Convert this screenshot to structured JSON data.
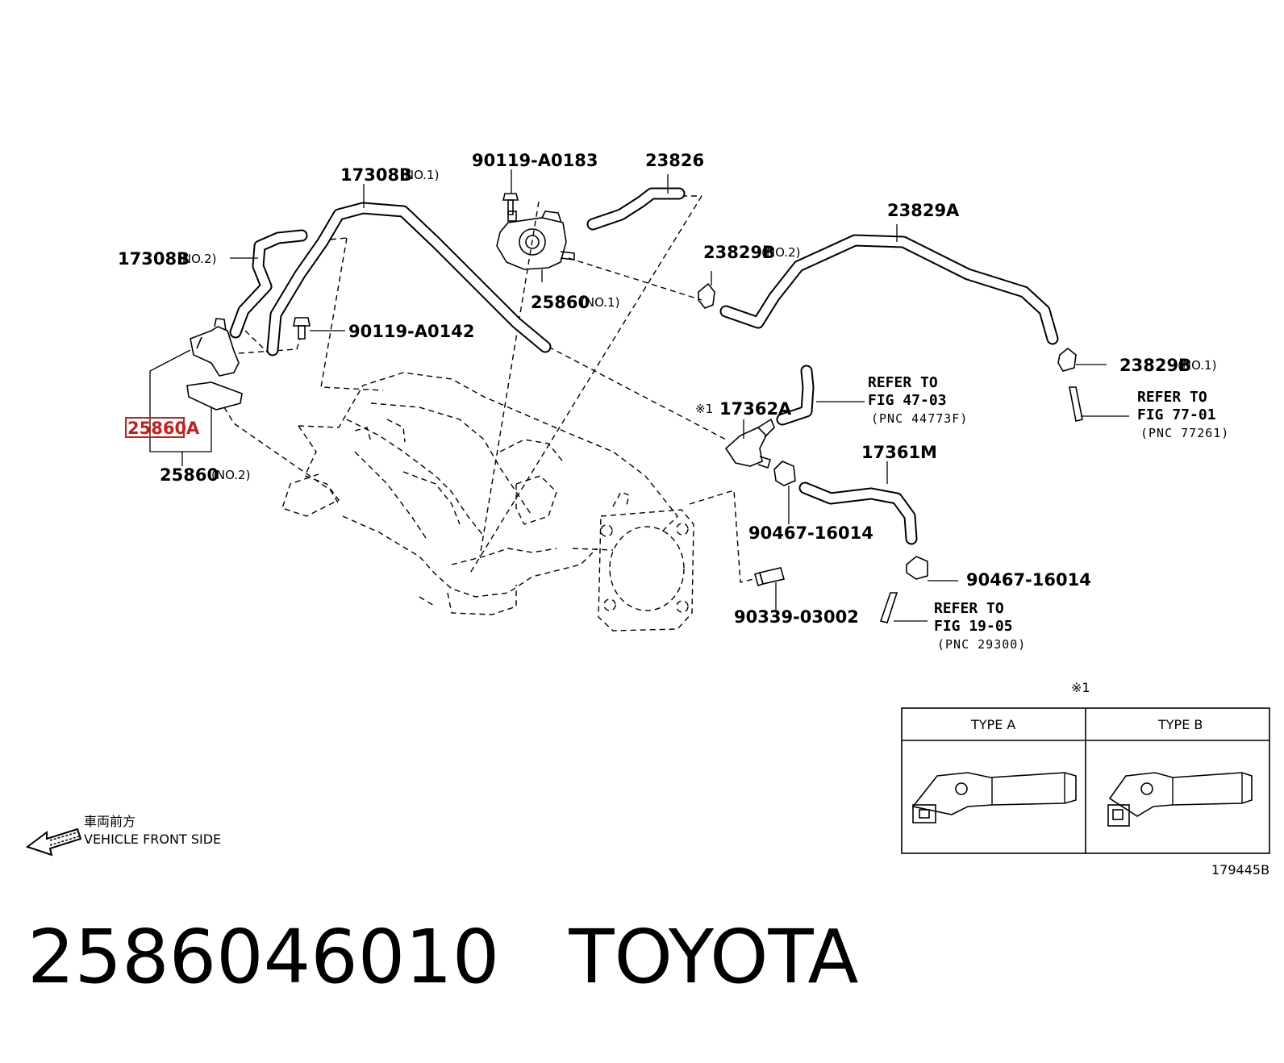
{
  "labels": {
    "p17308b_no1": "17308B",
    "p17308b_no1_sub": "(NO.1)",
    "p17308b_no2": "17308B",
    "p17308b_no2_sub": "(NO.2)",
    "p90119_a0183": "90119-A0183",
    "p23826": "23826",
    "p23829a": "23829A",
    "p23829b_no2": "23829B",
    "p23829b_no2_sub": "(NO.2)",
    "p90119_a0142": "90119-A0142",
    "p25860_no1": "25860",
    "p25860_no1_sub": "(NO.1)",
    "p23829b_no1": "23829B",
    "p23829b_no1_sub": "(NO.1)",
    "p25860a": "25860A",
    "p25860_no2": "25860",
    "p25860_no2_sub": "(NO.2)",
    "mark17362a": "※1",
    "p17362a": "17362A",
    "p17361m": "17361M",
    "p90467_16014_a": "90467-16014",
    "p90467_16014_b": "90467-16014",
    "p90339_03002": "90339-03002"
  },
  "refs": [
    {
      "line1": "REFER TO",
      "line2": "FIG 47-03",
      "line3": "(PNC 44773F)"
    },
    {
      "line1": "REFER TO",
      "line2": "FIG 77-01",
      "line3": "(PNC 77261)"
    },
    {
      "line1": "REFER TO",
      "line2": "FIG 19-05",
      "line3": "(PNC 29300)"
    }
  ],
  "direction": {
    "jp": "車両前方",
    "en": "VEHICLE FRONT SIDE"
  },
  "inset": {
    "mark": "※1",
    "type_a": "TYPE A",
    "type_b": "TYPE B"
  },
  "figure_id": "179445B",
  "footer": {
    "part_number": "2586046010",
    "brand": "TOYOTA"
  },
  "colors": {
    "highlight": "#c81e1e",
    "ink": "#000000",
    "background": "#ffffff"
  }
}
